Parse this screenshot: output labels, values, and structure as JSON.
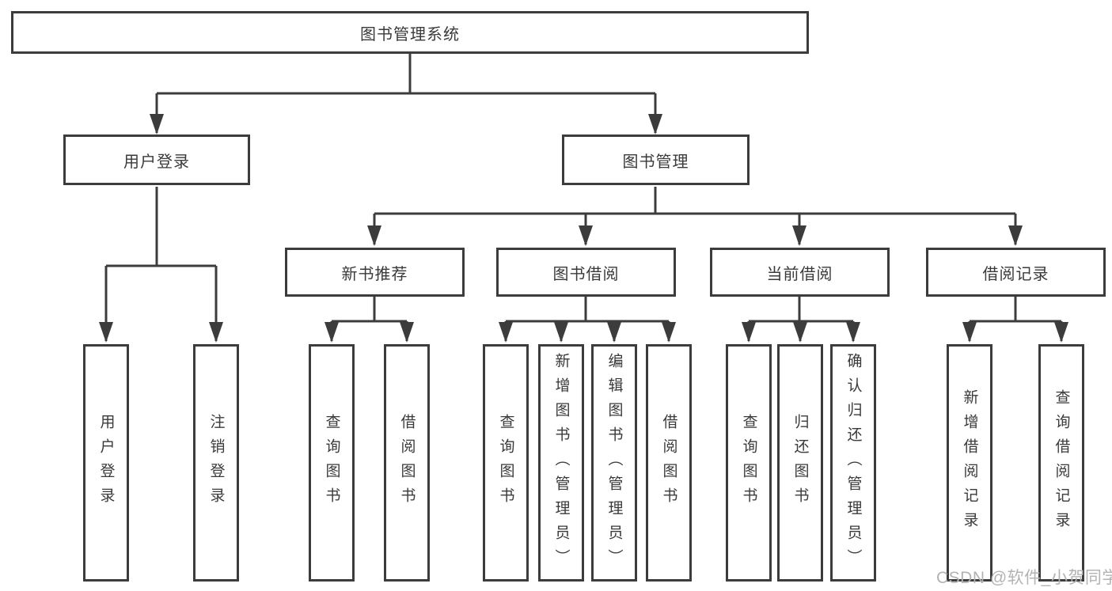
{
  "diagram_type": "hierarchy-tree",
  "tree": {
    "root": "图书管理系统",
    "children": [
      {
        "label": "用户登录",
        "children": [
          {
            "label": "用户登录"
          },
          {
            "label": "注销登录"
          }
        ]
      },
      {
        "label": "图书管理",
        "children": [
          {
            "label": "新书推荐",
            "children": [
              {
                "label": "查询图书"
              },
              {
                "label": "借阅图书"
              }
            ]
          },
          {
            "label": "图书借阅",
            "children": [
              {
                "label": "查询图书"
              },
              {
                "label": "新增图书（管理员）"
              },
              {
                "label": "编辑图书（管理员）"
              },
              {
                "label": "借阅图书"
              }
            ]
          },
          {
            "label": "当前借阅",
            "children": [
              {
                "label": "查询图书"
              },
              {
                "label": "归还图书"
              },
              {
                "label": "确认归还（管理员）"
              }
            ]
          },
          {
            "label": "借阅记录",
            "children": [
              {
                "label": "新增借阅记录"
              },
              {
                "label": "查询借阅记录"
              }
            ]
          }
        ]
      }
    ]
  },
  "watermark": {
    "text": "CSDN @软件_小贺同学"
  },
  "colors": {
    "line": "#3c3c3c",
    "text": "#3a3a3a",
    "watermark": "#b3b3b3",
    "background": "#ffffff"
  }
}
